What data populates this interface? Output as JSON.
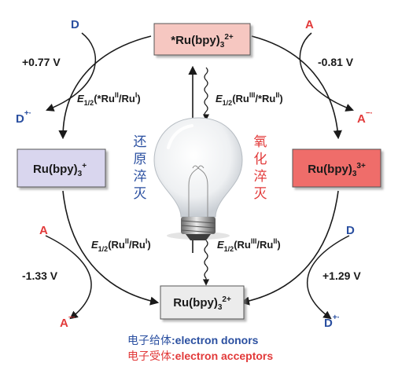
{
  "boxes": {
    "top": {
      "text": "*Ru(bpy)",
      "sub": "3",
      "sup": "2+",
      "fill": "#f6c7c1"
    },
    "left": {
      "text": "Ru(bpy)",
      "sub": "3",
      "sup": "+",
      "fill": "#d9d6ee"
    },
    "right": {
      "text": "Ru(bpy)",
      "sub": "3",
      "sup": "3+",
      "fill": "#ef6d6b"
    },
    "bottom": {
      "text": "Ru(bpy)",
      "sub": "3",
      "sup": "2+",
      "fill": "#ececec"
    }
  },
  "species": {
    "d_top": "D",
    "d_plus_left": "D",
    "d_plus_left_charge": "+·",
    "a_top": "A",
    "a_minus_right": "A",
    "a_minus_right_charge": "−·",
    "a_bottom": "A",
    "a_minus_bottom": "A",
    "a_minus_bottom_charge": "−·",
    "d_bottom": "D",
    "d_plus_bottom": "D",
    "d_plus_bottom_charge": "+·"
  },
  "potentials": {
    "top_left": "+0.77 V",
    "top_right": "-0.81 V",
    "bottom_left": "-1.33 V",
    "bottom_right": "+1.29 V"
  },
  "half_potentials": {
    "upper_left": {
      "e": "E",
      "sub": "1/2",
      "body": "(*Ru",
      "s1": "II",
      "mid": "/Ru",
      "s2": "I",
      "end": ")"
    },
    "upper_center": {
      "e": "E",
      "sub": "1/2",
      "body": "(Ru",
      "s1": "III",
      "mid": "/*Ru",
      "s2": "II",
      "end": ")"
    },
    "lower_left": {
      "e": "E",
      "sub": "1/2",
      "body": "(Ru",
      "s1": "II",
      "mid": "/Ru",
      "s2": "I",
      "end": ")"
    },
    "lower_right": {
      "e": "E",
      "sub": "1/2",
      "body": "(Ru",
      "s1": "III",
      "mid": "/Ru",
      "s2": "II",
      "end": ")"
    }
  },
  "quench_labels": {
    "reductive": [
      "还",
      "原",
      "淬",
      "灭"
    ],
    "oxidative": [
      "氧",
      "化",
      "淬",
      "灭"
    ]
  },
  "legend": {
    "donor_cn": "电子给体",
    "donor_en": ":electron donors",
    "acceptor_cn": "电子受体",
    "acceptor_en": ":electron acceptors"
  },
  "colors": {
    "blue": "#2a4fa0",
    "red": "#e23a3a",
    "black": "#1a1a1a"
  }
}
